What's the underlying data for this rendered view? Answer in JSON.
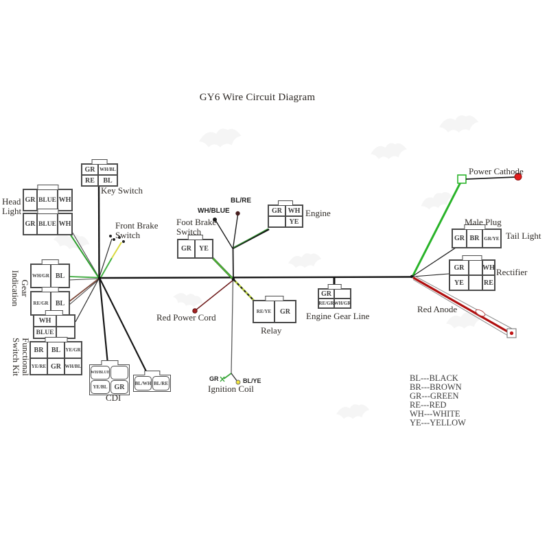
{
  "title": "GY6 Wire Circuit Diagram",
  "labels": {
    "head_light": "Head Light",
    "key_switch": "Key Switch",
    "front_brake_switch": "Front Brake Switch",
    "foot_brake_switch": "Foot Brake Switch",
    "gear_indication": "Gear Indication",
    "functional_switch_kit": "Functional Switch Kit",
    "cdi": "CDI",
    "red_power_cord": "Red Power Cord",
    "relay": "Relay",
    "ignition_coil": "Ignition Coil",
    "engine": "Engine",
    "engine_gear_line": "Engine Gear Line",
    "power_cathode": "Power Cathode",
    "male_plug": "Male Plug",
    "tail_light": "Tail Light",
    "rectifier": "Rectifier",
    "red_anode": "Red Anode",
    "wh_blue_terminal": "WH/BLUE",
    "bl_re_terminal": "BL/RE",
    "ignition_gr": "GR",
    "ignition_bl_ye": "BL/YE"
  },
  "connectors": {
    "key_switch": {
      "cells": [
        [
          "GR",
          "WH/BL"
        ],
        [
          "RE",
          "BL"
        ]
      ]
    },
    "head_light_1": {
      "cells": [
        [
          "GR",
          "BLUE",
          "WH"
        ]
      ]
    },
    "head_light_2": {
      "cells": [
        [
          "GR",
          "BLUE",
          "WH"
        ]
      ]
    },
    "gear_ind_1": {
      "cells": [
        [
          "WH/GR",
          "BL"
        ]
      ]
    },
    "gear_ind_2": {
      "cells": [
        [
          "RE/GR",
          "BL"
        ]
      ]
    },
    "wh_blue_box": {
      "cells": [
        [
          "WH",
          ""
        ],
        [
          "BLUE",
          ""
        ]
      ]
    },
    "func_switch": {
      "cells": [
        [
          "BR",
          "BL",
          "YE/GR"
        ],
        [
          "YE/RE",
          "GR",
          "WH/BL"
        ]
      ]
    },
    "cdi_left": {
      "cells": [
        [
          "WH/BLUE",
          ""
        ],
        [
          "YE/BL",
          "GR"
        ]
      ]
    },
    "cdi_right": {
      "cells": [
        [
          "BL/WH",
          "BL/RE"
        ]
      ]
    },
    "foot_brake": {
      "cells": [
        [
          "GR",
          "YE"
        ]
      ]
    },
    "engine": {
      "cells": [
        [
          "GR",
          "WH"
        ],
        [
          "",
          "YE"
        ]
      ]
    },
    "relay": {
      "cells": [
        [
          "RE/YE",
          "GR"
        ]
      ]
    },
    "engine_gear": {
      "cells": [
        [
          "GR",
          ""
        ],
        [
          "RE/GR",
          "WH/GR"
        ]
      ]
    },
    "tail_light": {
      "cells": [
        [
          "GR",
          "BR",
          "GR/YE"
        ]
      ]
    },
    "rectifier": {
      "cells": [
        [
          "GR",
          "",
          "WH"
        ],
        [
          "YE",
          "",
          "RE"
        ]
      ]
    }
  },
  "legend": {
    "entries": [
      "BL---BLACK",
      "BR---BROWN",
      "GR---GREEN",
      "RE---RED",
      "WH---WHITE",
      "YE---YELLOW"
    ]
  },
  "colors": {
    "green_wire": "#29b329",
    "red_wire": "#b00f0f",
    "dark_red_wire": "#6e1a1a",
    "black_wire": "#1a1a1a",
    "yellow_wire": "#d9d83e",
    "brown_wire": "#7d4a3c",
    "cathode_dot": "#e51c1c"
  }
}
